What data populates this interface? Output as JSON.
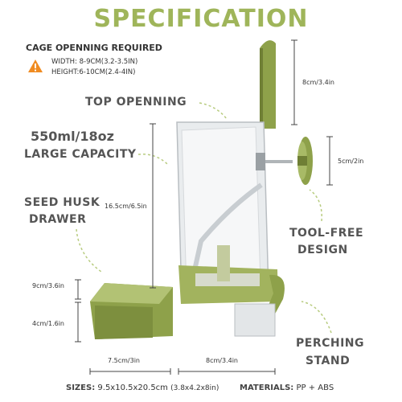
{
  "title": "SPECIFICATION",
  "cage": {
    "heading": "CAGE OPENNING REQUIRED",
    "width": "WIDTH: 8-9CM(3.2-3.5IN)",
    "height": "HEIGHT:6-10CM(2.4-4IN)",
    "warning_icon": "warning-triangle-icon",
    "warning_color": "#f08c22"
  },
  "labels": {
    "top_opening": "TOP OPENNING",
    "capacity_line1": "550ml/18oz",
    "capacity_line2": "LARGE CAPACITY",
    "drawer_line1": "SEED HUSK",
    "drawer_line2": "DRAWER",
    "tool_free_line1": "TOOL-FREE",
    "tool_free_line2": "DESIGN",
    "perching_line1": "PERCHING",
    "perching_line2": "STAND"
  },
  "dimensions": {
    "lid_height": "8cm/3.4in",
    "hook_size": "5cm/2in",
    "body_height": "16.5cm/6.5in",
    "drawer_height": "9cm/3.6in",
    "drawer_depth": "4cm/1.6in",
    "drawer_width": "7.5cm/3in",
    "body_width": "8cm/3.4in"
  },
  "footer": {
    "sizes_label": "SIZES:",
    "sizes_value": "9.5x10.5x20.5cm",
    "sizes_inch": "(3.8x4.2x8in)",
    "materials_label": "MATERIALS:",
    "materials_value": "PP + ABS"
  },
  "colors": {
    "accent_green": "#9fb55a",
    "product_green": "#8ea14a",
    "dark_green": "#6f7f35",
    "arrow_green": "#b8cc80"
  }
}
